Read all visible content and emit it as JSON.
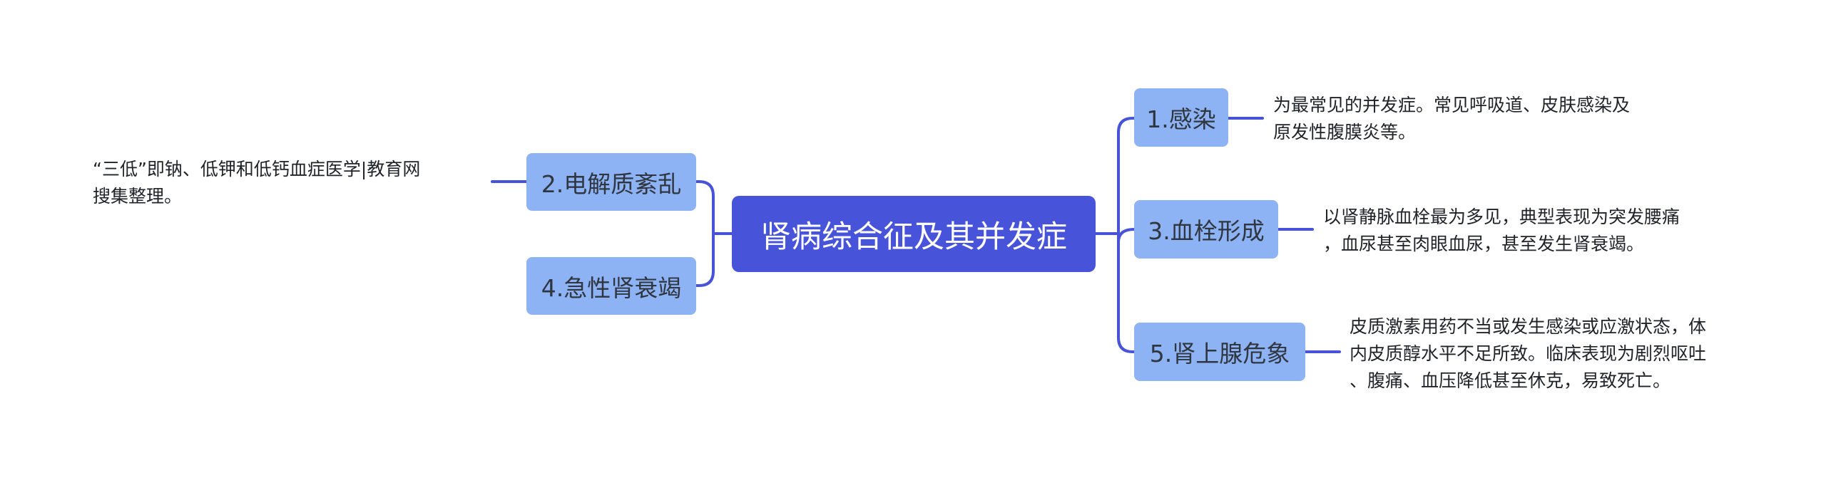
{
  "root": {
    "label": "肾病综合征及其并发症"
  },
  "colors": {
    "root_bg": "#4753d8",
    "branch_bg": "#8db3f5",
    "connector": "#4753d8"
  },
  "branches": {
    "infection": {
      "label": "1.感染",
      "note": [
        "为最常见的并发症。常见呼吸道、皮肤感染及",
        "原发性腹膜炎等。"
      ]
    },
    "electrolyte": {
      "label": "2.电解质紊乱",
      "note": [
        "“三低”即钠、低钾和低钙血症医学|教育网",
        "搜集整理。"
      ]
    },
    "thrombosis": {
      "label": "3.血栓形成",
      "note": [
        "以肾静脉血栓最为多见，典型表现为突发腰痛",
        "，血尿甚至肉眼血尿，甚至发生肾衰竭。"
      ]
    },
    "renal_failure": {
      "label": "4.急性肾衰竭"
    },
    "adrenal_crisis": {
      "label": "5.肾上腺危象",
      "note": [
        "皮质激素用药不当或发生感染或应激状态，体",
        "内皮质醇水平不足所致。临床表现为剧烈呕吐",
        "、腹痛、血压降低甚至休克，易致死亡。"
      ]
    }
  }
}
